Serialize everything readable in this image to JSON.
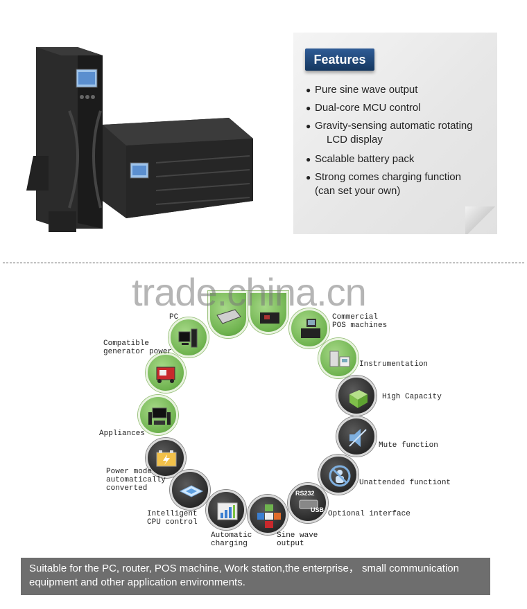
{
  "features": {
    "badge_label": "Features",
    "items": [
      {
        "line1": "Pure sine wave output",
        "line2": ""
      },
      {
        "line1": "Dual-core MCU control",
        "line2": ""
      },
      {
        "line1": "Gravity-sensing automatic rotating",
        "line2": "LCD display"
      },
      {
        "line1": "Scalable battery pack",
        "line2": ""
      },
      {
        "line1": "Strong comes charging function",
        "line2": "(can set your own)"
      }
    ]
  },
  "watermark": "trade.china.cn",
  "applications": {
    "pc": "PC",
    "pos": "Commercial\nPOS machines",
    "generator": "Compatible\ngenerator power",
    "instrumentation": "Instrumentation",
    "high_capacity": "High Capacity",
    "appliances": "Appliances",
    "mute": "Mute function",
    "power_mode": "Power mode\nautomatically\nconverted",
    "unattended": "Unattended functiont",
    "cpu": "Intelligent\nCPU control",
    "optional": "Optional interface",
    "charging": "Automatic\ncharging",
    "sine": "Sine wave\noutput",
    "rs232": "RS232",
    "usb": "USB"
  },
  "banner": {
    "text": "Suitable for the PC, router, POS machine, Work station,the enterprise， small communication equipment and other application environments."
  },
  "colors": {
    "badge": "#1f4a7f",
    "circle_green": "#6fb34f",
    "circle_dark": "#2a2a2a",
    "banner": "#6e6e6e"
  }
}
